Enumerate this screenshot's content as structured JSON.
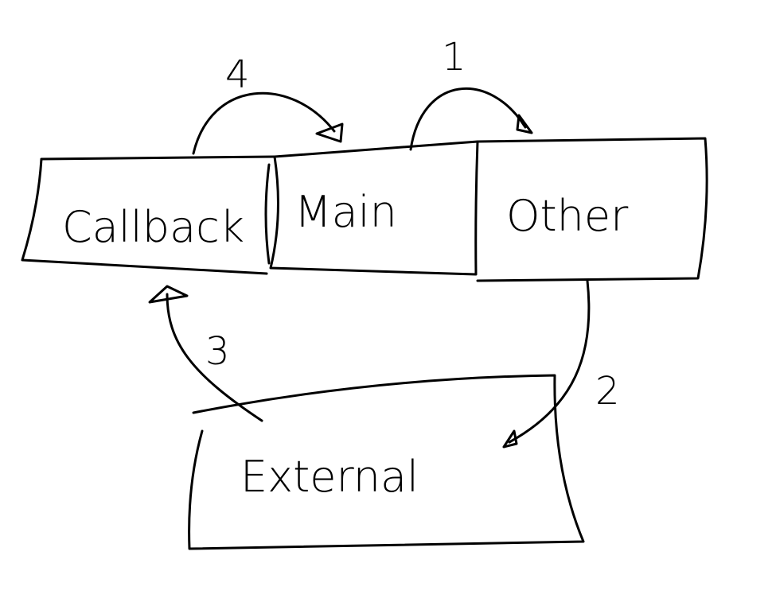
{
  "diagram": {
    "ink_color": "#000000",
    "background_color": "#ffffff",
    "boxes": [
      {
        "id": "callback",
        "label": "Callback"
      },
      {
        "id": "main",
        "label": "Main"
      },
      {
        "id": "other",
        "label": "Other"
      },
      {
        "id": "external",
        "label": "External"
      }
    ],
    "arrows": [
      {
        "step": "1",
        "from": "main",
        "to": "other"
      },
      {
        "step": "2",
        "from": "other",
        "to": "external"
      },
      {
        "step": "3",
        "from": "external",
        "to": "callback"
      },
      {
        "step": "4",
        "from": "callback",
        "to": "main"
      }
    ]
  }
}
